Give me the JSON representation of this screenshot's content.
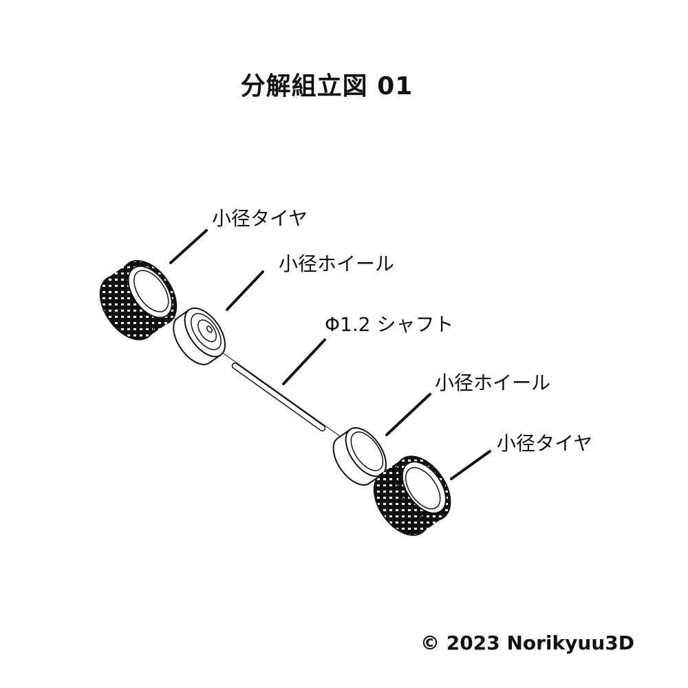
{
  "title": "分解組立図 01",
  "labels": {
    "tire_top": "小径タイヤ",
    "wheel_top": "小径ホイール",
    "shaft": "Φ1.2 シャフト",
    "wheel_bottom": "小径ホイール",
    "tire_bottom": "小径タイヤ"
  },
  "copyright": "© 2023 Norikyuu3D",
  "colors": {
    "ink": "#111111",
    "background": "#ffffff"
  }
}
